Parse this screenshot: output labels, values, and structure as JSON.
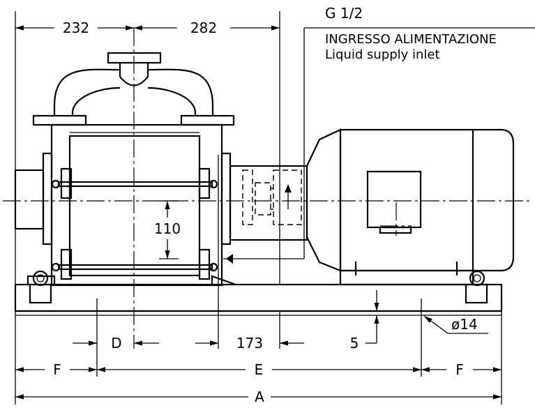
{
  "dimensions": {
    "d232": "232",
    "d282": "282",
    "d110": "110",
    "d173": "173",
    "d5": "5",
    "D": "D",
    "E": "E",
    "F_left": "F",
    "F_right": "F",
    "A": "A",
    "hole": "ø14"
  },
  "callout": {
    "thread": "G 1/2",
    "label_it": "INGRESSO ALIMENTAZIONE",
    "label_en": "Liquid supply inlet"
  }
}
